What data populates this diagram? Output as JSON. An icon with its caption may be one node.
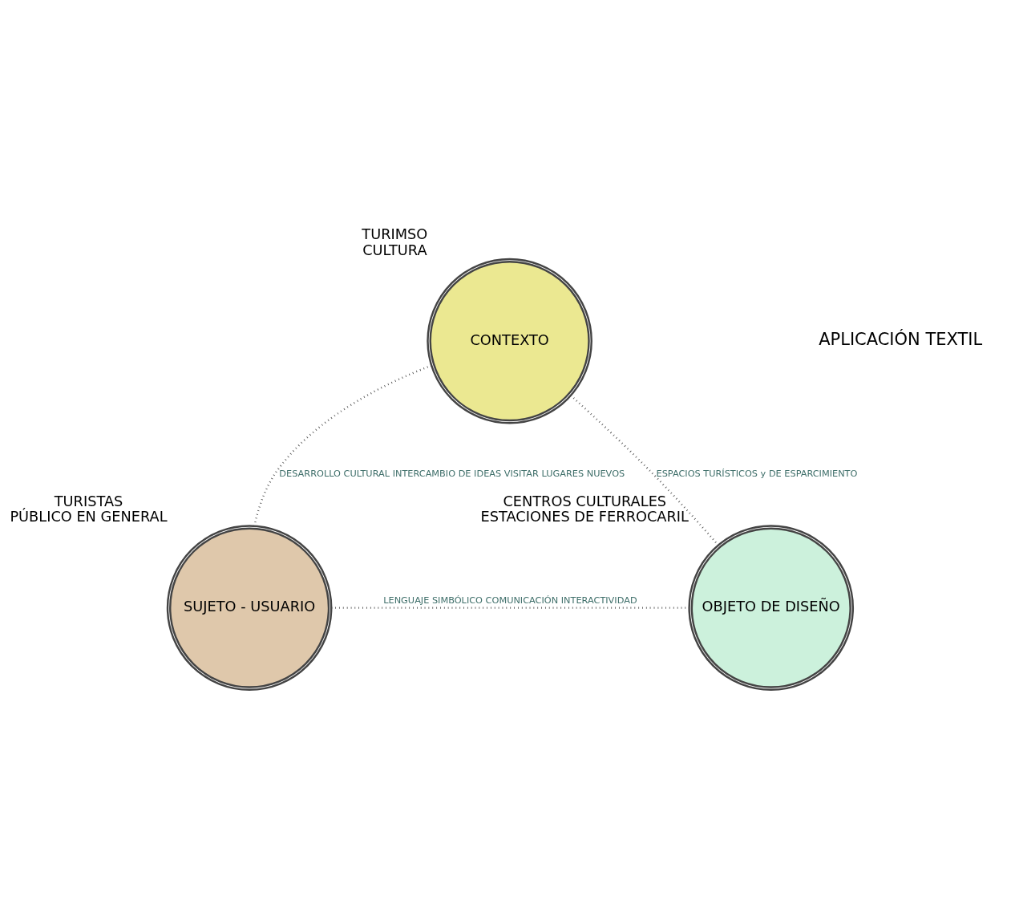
{
  "diagram": {
    "nodes": [
      {
        "text": [
          "CONTEXTO"
        ],
        "beside": [
          "TURIMSO",
          "CULTURA"
        ]
      },
      {
        "text": [
          "SUJETO - USUARIO"
        ],
        "beside": [
          "TURISTAS",
          "PÚBLICO EN GENERAL"
        ]
      },
      {
        "text": [
          "OBJETO DE DISEÑO"
        ],
        "beside": [
          "CENTROS CULTURALES",
          "ESTACIONES DE FERROCARIL"
        ]
      }
    ],
    "edges": [
      {
        "from": 0,
        "to": 1,
        "arrow": "none",
        "label": "DESARROLLO CULTURAL INTERCAMBIO DE IDEAS VISITAR LUGARES NUEVOS"
      },
      {
        "from": 0,
        "to": 2,
        "arrow": "none",
        "label": "ESPACIOS TURÍSTICOS y DE ESPARCIMIENTO"
      },
      {
        "from": 1,
        "to": 2,
        "arrow": "none",
        "label": "LENGUAJE SIMBÓLICO COMUNICACIÓN INTERACTIVIDAD"
      }
    ],
    "labels": [
      "APLICACIÓN TEXTIL"
    ]
  }
}
